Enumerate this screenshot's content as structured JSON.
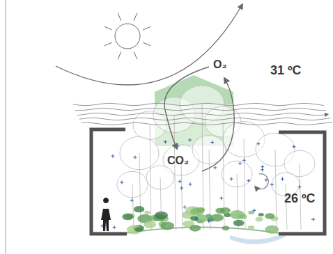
{
  "diagram": {
    "labels": [
      "O₂",
      "CO₂",
      "31 ºC",
      "26 ºC"
    ]
  }
}
